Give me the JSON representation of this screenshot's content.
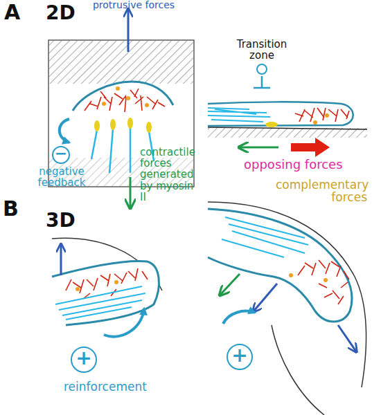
{
  "diagram": {
    "labels": [
      "A",
      "2D",
      "protrusive forces",
      "Transition zone",
      "−",
      "negative feedback",
      "contractile forces generated by myosin II",
      "opposing forces",
      "B",
      "3D",
      "complementary forces",
      "+",
      "reinforcement",
      "+"
    ]
  }
}
